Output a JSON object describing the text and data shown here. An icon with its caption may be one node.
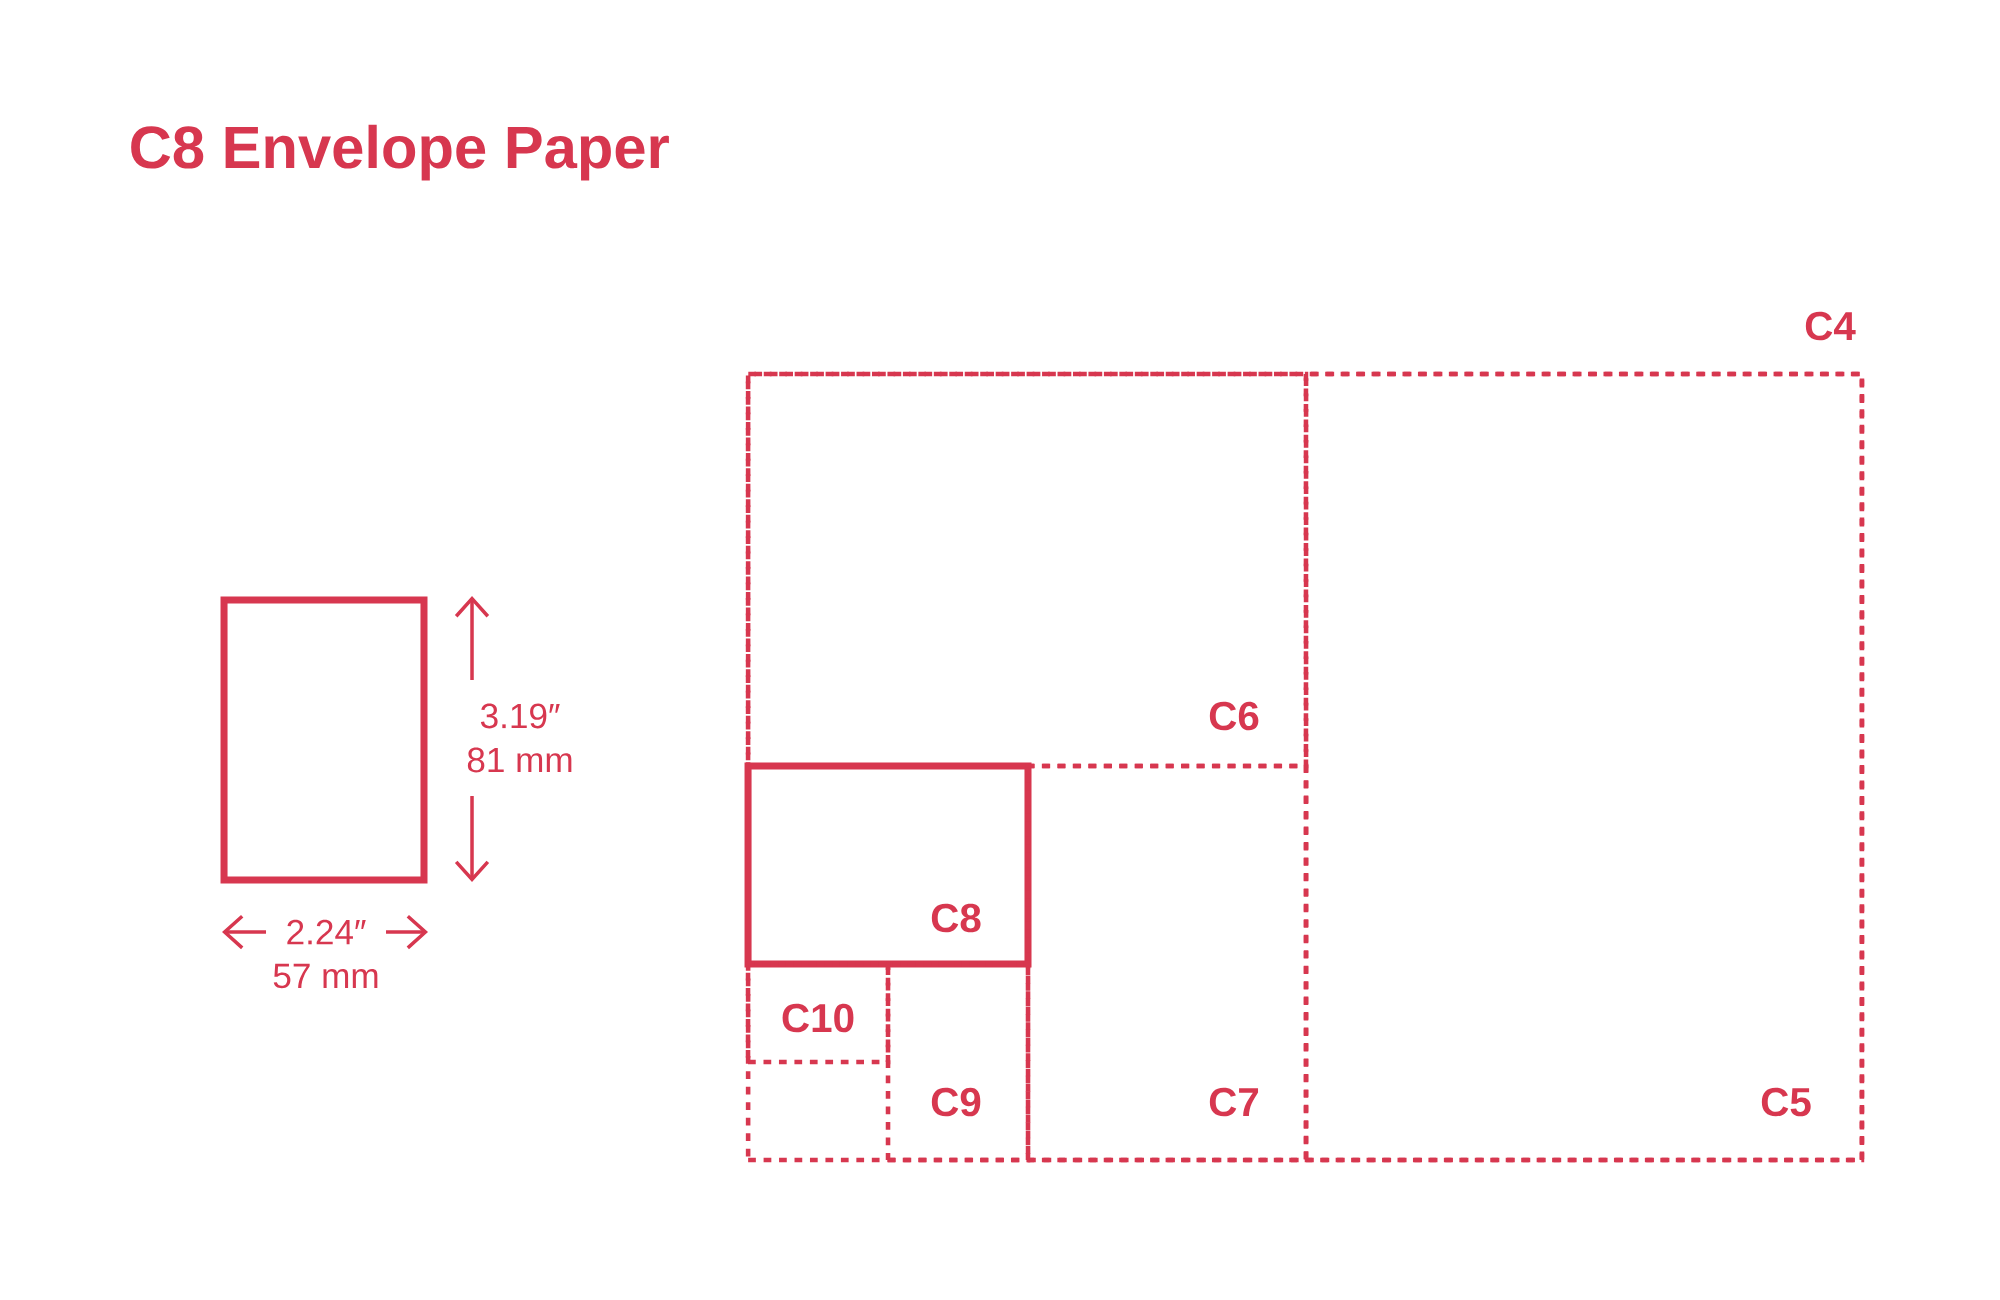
{
  "diagram": {
    "title": "C8 Envelope Paper",
    "nodes": [
      {
        "text": [],
        "shape": "box"
      },
      {
        "text": [
          "C4"
        ]
      },
      {
        "text": [
          "C5"
        ],
        "in": 1
      },
      {
        "text": [
          "C6"
        ],
        "in": 1
      },
      {
        "text": [
          "C8"
        ],
        "in": 1
      },
      {
        "text": [
          "C7"
        ],
        "in": 1
      },
      {
        "text": [
          "C10"
        ],
        "in": 1
      },
      {
        "text": [
          "C9"
        ],
        "in": 1
      }
    ],
    "labels": [
      "3.19″",
      "81 mm",
      "2.24″",
      "57 mm"
    ]
  }
}
